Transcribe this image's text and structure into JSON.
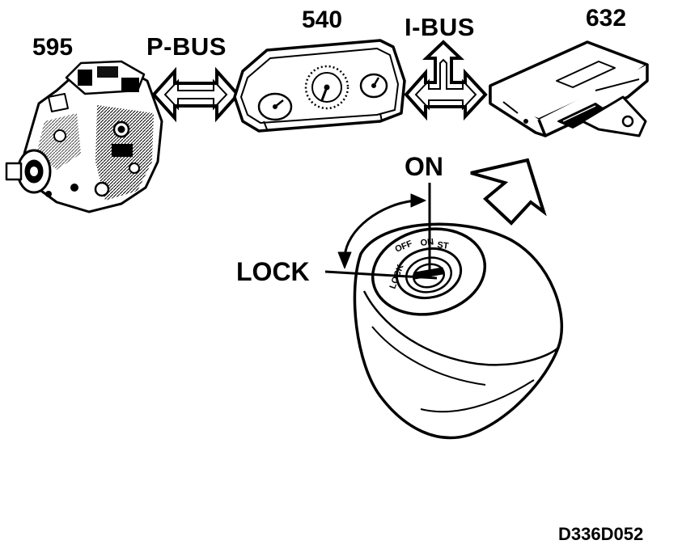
{
  "components": {
    "pump": {
      "number": "595",
      "icon": "fuel-injection-pump-icon"
    },
    "cluster": {
      "number": "540",
      "icon": "instrument-cluster-icon"
    },
    "module": {
      "number": "632",
      "icon": "control-module-icon"
    }
  },
  "buses": {
    "p_bus": "P-BUS",
    "i_bus": "I-BUS"
  },
  "ignition": {
    "on_label": "ON",
    "lock_label": "LOCK",
    "dial": [
      "LOCK",
      "OFF",
      "ON",
      "ST"
    ]
  },
  "figure_ref": "D336D052",
  "colors": {
    "ink": "#000000",
    "paper": "#ffffff"
  }
}
